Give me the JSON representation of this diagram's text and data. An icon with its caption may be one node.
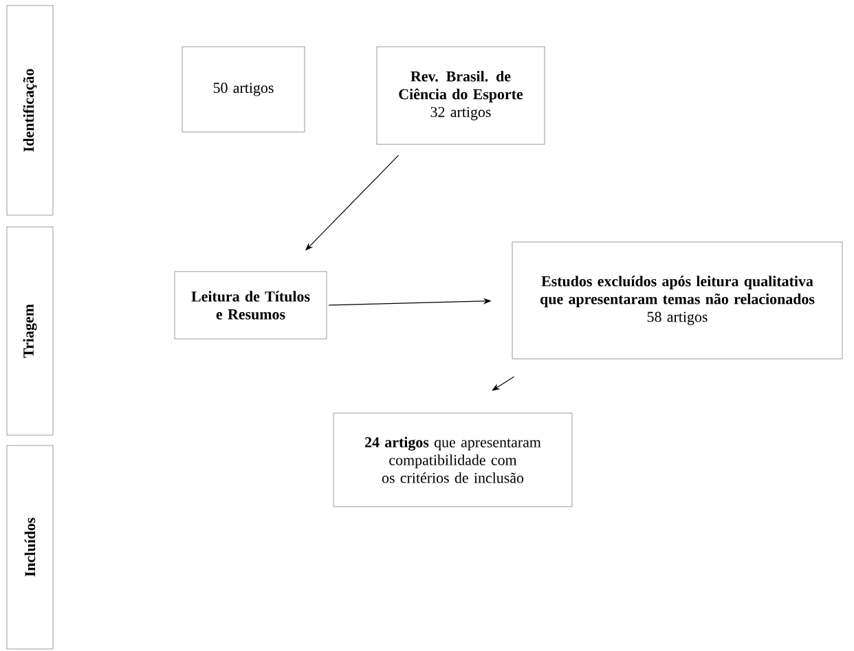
{
  "diagram": {
    "nodes": [
      {
        "text": [
          "Identificação"
        ]
      },
      {
        "text": [
          "Triagem"
        ]
      },
      {
        "text": [
          "Incluídos"
        ]
      },
      {
        "text": [
          "50 artigos"
        ]
      },
      {
        "text": [
          "Rev. Brasil. de Ciência do Esporte",
          "32 artigos"
        ]
      },
      {
        "text": [
          "Leitura de Títulos e Resumos"
        ]
      },
      {
        "text": [
          "Estudos excluídos após leitura qualitativa que apresentaram temas não relacionados",
          "58 artigos"
        ]
      },
      {
        "text": [
          "**24 artigos** que apresentaram compatibilidade com os critérios de inclusão"
        ]
      }
    ],
    "edges": [
      {
        "from": 4,
        "to": 5,
        "arrow": "to"
      },
      {
        "from": 5,
        "to": 6,
        "arrow": "to"
      },
      {
        "from": 6,
        "to": 7,
        "arrow": "to"
      }
    ]
  }
}
